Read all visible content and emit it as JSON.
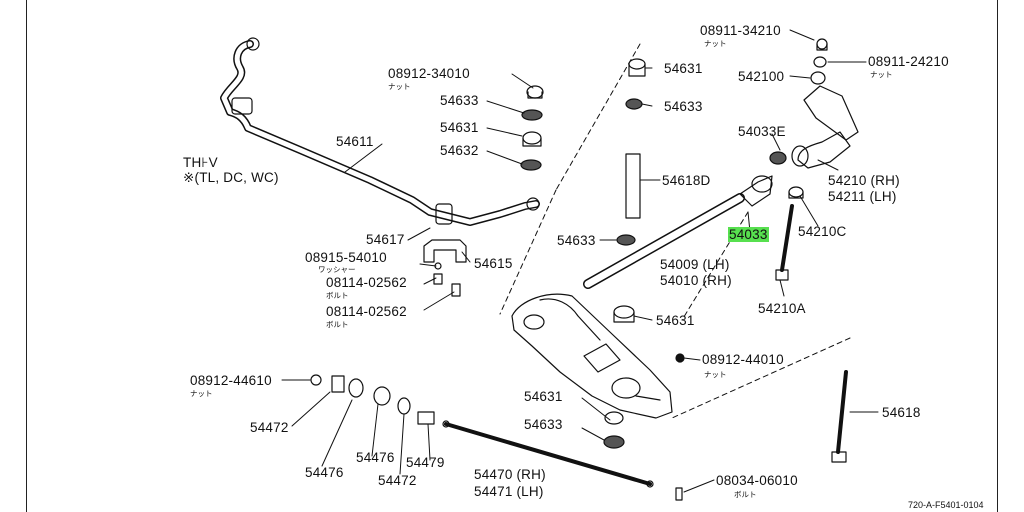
{
  "diagram": {
    "note_line1": "TH⊦V",
    "note_line2": "※(TL, DC, WC)",
    "figure_code": "720-A-F5401-0104",
    "labels": {
      "p08911_34210": "08911-34210",
      "p08911_34210_sub": "ナット",
      "p08911_24210": "08911-24210",
      "p08911_24210_sub": "ナット",
      "p542100": "542100",
      "p54033E": "54033E",
      "p54210": "54210 (RH)",
      "p54211": "54211 (LH)",
      "p54210C": "54210C",
      "p54033": "54033",
      "p54210A": "54210A",
      "p54631_top": "54631",
      "p54633_top": "54633",
      "p54618D": "54618D",
      "p54633_mid": "54633",
      "p54009": "54009 (LH)",
      "p54010": "54010 (RH)",
      "p54631_mid": "54631",
      "p08912_44010": "08912-44010",
      "p08912_44010_sub": "ナット",
      "p54618": "54618",
      "p54631_low": "54631",
      "p54633_low": "54633",
      "p08034_06010": "08034-06010",
      "p08034_06010_sub": "ボルト",
      "p08912_34010": "08912-34010",
      "p08912_34010_sub": "ナット",
      "p54633_left": "54633",
      "p54631_left": "54631",
      "p54632": "54632",
      "p54611": "54611",
      "p54617": "54617",
      "p54615": "54615",
      "p08915_54010": "08915-54010",
      "p08915_54010_sub": "ワッシャー",
      "p08114_a": "08114-02562",
      "p08114_a_sub": "ボルト",
      "p08114_b": "08114-02562",
      "p08114_b_sub": "ボルト",
      "p08912_44610": "08912-44610",
      "p08912_44610_sub": "ナット",
      "p54472_a": "54472",
      "p54476_a": "54476",
      "p54476_b": "54476",
      "p54472_b": "54472",
      "p54479": "54479",
      "p54470": "54470 (RH)",
      "p54471": "54471 (LH)"
    },
    "highlight_color": "#57e04f"
  }
}
